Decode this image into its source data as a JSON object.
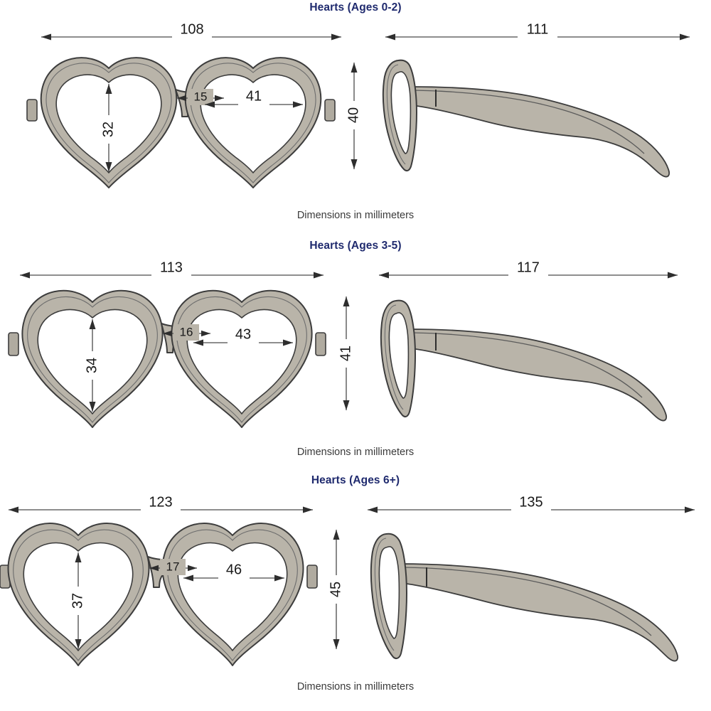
{
  "document": {
    "caption_text": "Dimensions in millimeters",
    "colors": {
      "title": "#1f2a6e",
      "frame_fill": "#b9b4a9",
      "lens_fill": "#ffffff",
      "outline": "#3d3d3d",
      "dimension_line": "#4a4a4a",
      "background": "#ffffff"
    }
  },
  "panels": [
    {
      "title": "Hearts (Ages 0-2)",
      "caption": "Dimensions in millimeters",
      "front": {
        "total_width": "108",
        "lens_height": "32",
        "bridge_width": "15",
        "lens_width": "41",
        "frame_height": "40"
      },
      "side": {
        "temple_length": "111"
      }
    },
    {
      "title": "Hearts (Ages 3-5)",
      "caption": "Dimensions in millimeters",
      "front": {
        "total_width": "113",
        "lens_height": "34",
        "bridge_width": "16",
        "lens_width": "43",
        "frame_height": "41"
      },
      "side": {
        "temple_length": "117"
      }
    },
    {
      "title": "Hearts (Ages 6+)",
      "caption": "Dimensions in millimeters",
      "front": {
        "total_width": "123",
        "lens_height": "37",
        "bridge_width": "17",
        "lens_width": "46",
        "frame_height": "45"
      },
      "side": {
        "temple_length": "135"
      }
    }
  ]
}
